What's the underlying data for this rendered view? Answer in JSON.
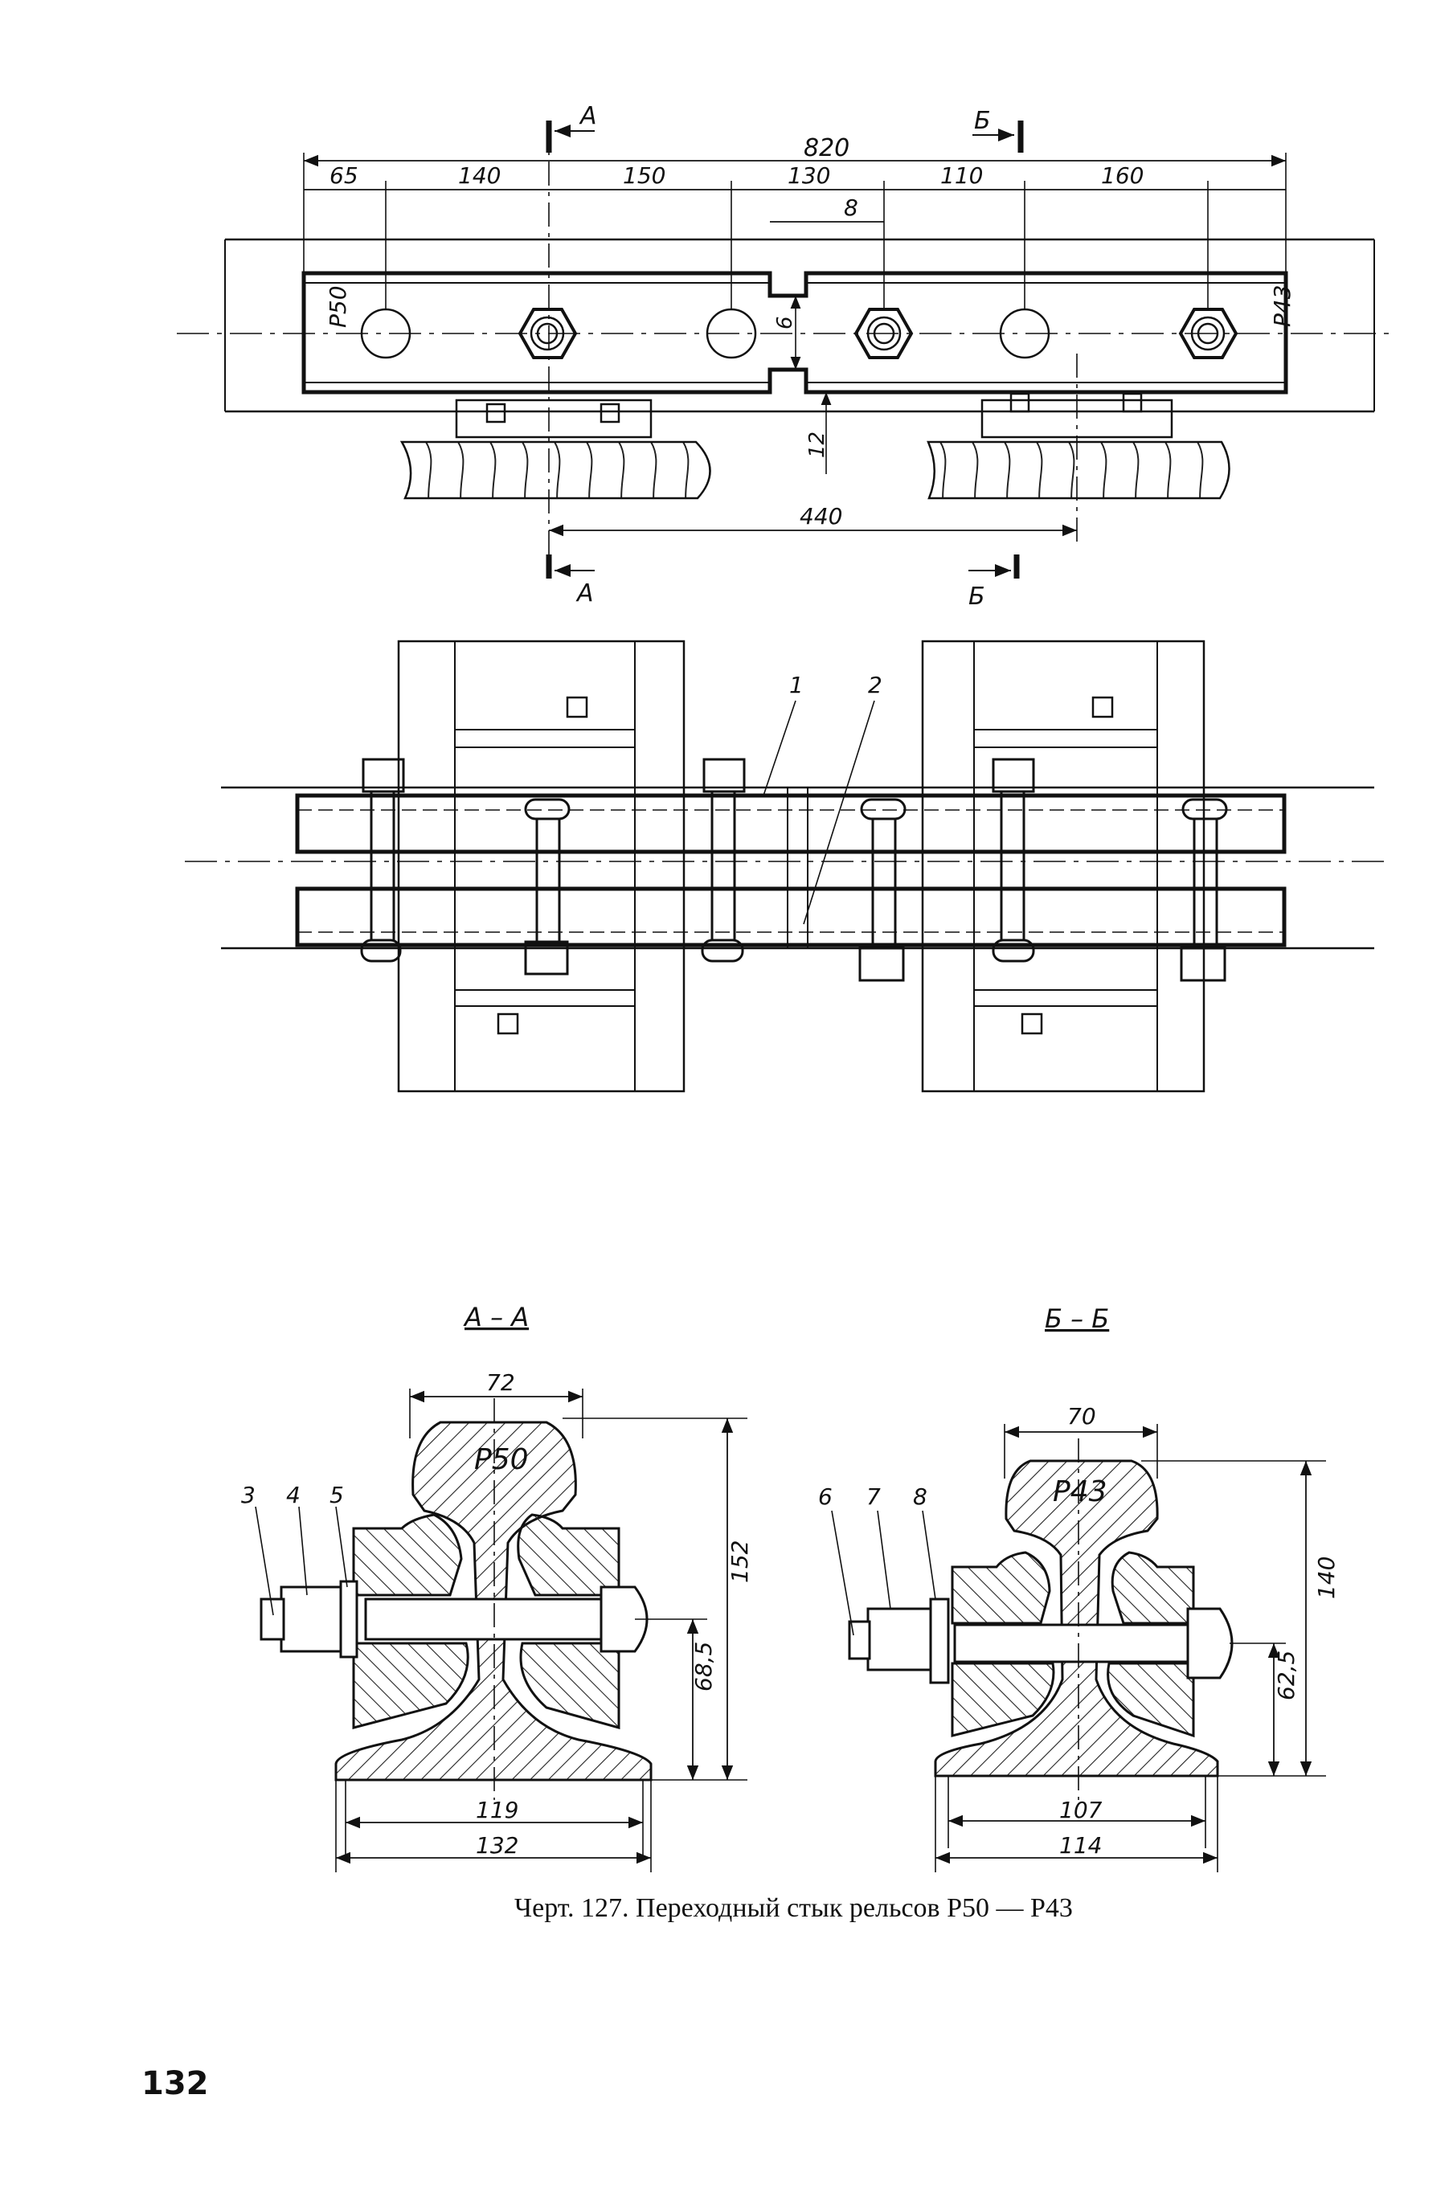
{
  "section_labels": {
    "a": "А",
    "b": "Б"
  },
  "top_view": {
    "overall_dim": "820",
    "segment_dims": [
      "65",
      "140",
      "150",
      "130",
      "110",
      "160"
    ],
    "offset_8": "8",
    "step_6": "6",
    "drop_12": "12",
    "sleeper_spacing": "440",
    "rail_left": "Р50",
    "rail_right": "Р43"
  },
  "plan_view": {
    "callouts": [
      "1",
      "2"
    ]
  },
  "section_aa": {
    "title": "А – А",
    "rail": "Р50",
    "head_width": "72",
    "height": "152",
    "bolt_height": "68,5",
    "base_inner": "119",
    "base_outer": "132",
    "callouts": [
      "3",
      "4",
      "5"
    ]
  },
  "section_bb": {
    "title": "Б – Б",
    "rail": "Р43",
    "head_width": "70",
    "height": "140",
    "bolt_height": "62,5",
    "base_inner": "107",
    "base_outer": "114",
    "callouts": [
      "6",
      "7",
      "8"
    ]
  },
  "caption": "Черт. 127. Переходный стык рельсов Р50 — Р43",
  "page_number": "132"
}
